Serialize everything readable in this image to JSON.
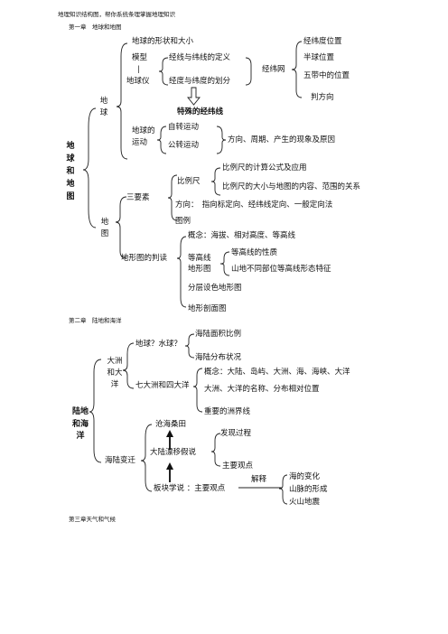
{
  "header": {
    "note": "地理知识结构图，帮你系统条理掌握地理知识",
    "ch1_title": "第一章　地球和地图"
  },
  "ch1": {
    "root": "地球和地图",
    "earth": "地球",
    "shape": "地球的形状和大小",
    "model": "模型",
    "globe_bar": "|",
    "globe": "地球仪",
    "lat_lon_def": "经线与纬线的定义",
    "lat_lon_div": "经度与纬度的划分",
    "grid": "经纬网",
    "grid_items": [
      "经纬度位置",
      "半球位置",
      "五带中的位置",
      "判方向"
    ],
    "special": "特殊的经纬线",
    "motion": "地球的运动",
    "rotation": "自转运动",
    "revolution": "公转运动",
    "motion_effects": "方向、周期、产生的现象及原因",
    "map": "地图",
    "three_elements": "三要素",
    "scale": "比例尺",
    "scale_items": [
      "比例尺的计算公式及应用",
      "比例尺的大小与地图的内容、范围的关系"
    ],
    "direction": "方向：　指向标定向、经纬线定向、一般定向法",
    "legend": "图例",
    "terrain_read": "地形图的判读",
    "concept": "概念：海拔、相对高度、等高线",
    "contour": "等高线",
    "contour_map": "地形图",
    "contour_items": [
      "等高线的性质",
      "山地不同部位等高线形态特征"
    ],
    "layered": "分层设色地形图",
    "profile": "地形剖面图"
  },
  "ch2": {
    "title": "第二章　陆地和海洋",
    "root": "陆地和海洋",
    "continents": "大洲和大洋",
    "earth_q": "地球？水球？",
    "earth_q_items": [
      "海陆面积比例",
      "海陆分布状况"
    ],
    "seven": "七大洲和四大洋",
    "seven_items": [
      "概念：大陆、岛屿、大洲、海、海峡、大洋",
      "大洲、大洋的名称、分布相对位置",
      "重要的洲界线"
    ],
    "changes": "海陆变迁",
    "sea_field": "沧海桑田",
    "drift": "大陆漂移假说",
    "drift_items": [
      "发现过程",
      "主要观点"
    ],
    "plate": "板块学说 ：主要观点",
    "explain": "解释",
    "plate_items": [
      "海的变化",
      "山脉的形成",
      "火山地震"
    ]
  },
  "ch3": {
    "title": "第三章天气和气候"
  }
}
